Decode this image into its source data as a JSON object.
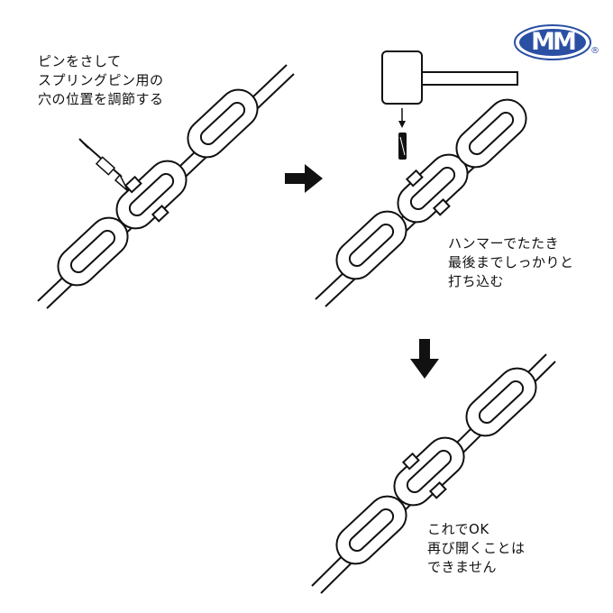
{
  "step1": {
    "caption": "ピンをさして\nスプリングピン用の\n穴の位置を調節する"
  },
  "step2": {
    "caption": "ハンマーでたたき\n最後までしっかりと\n打ち込む"
  },
  "step3": {
    "caption": "これでOK\n再び開くことは\nできません"
  },
  "logo": {
    "text": "MM",
    "registered": "®",
    "color": "#2a4fa3"
  },
  "arrows": [
    {
      "name": "right-arrow",
      "direction": "right"
    },
    {
      "name": "down-arrow",
      "direction": "down"
    }
  ]
}
